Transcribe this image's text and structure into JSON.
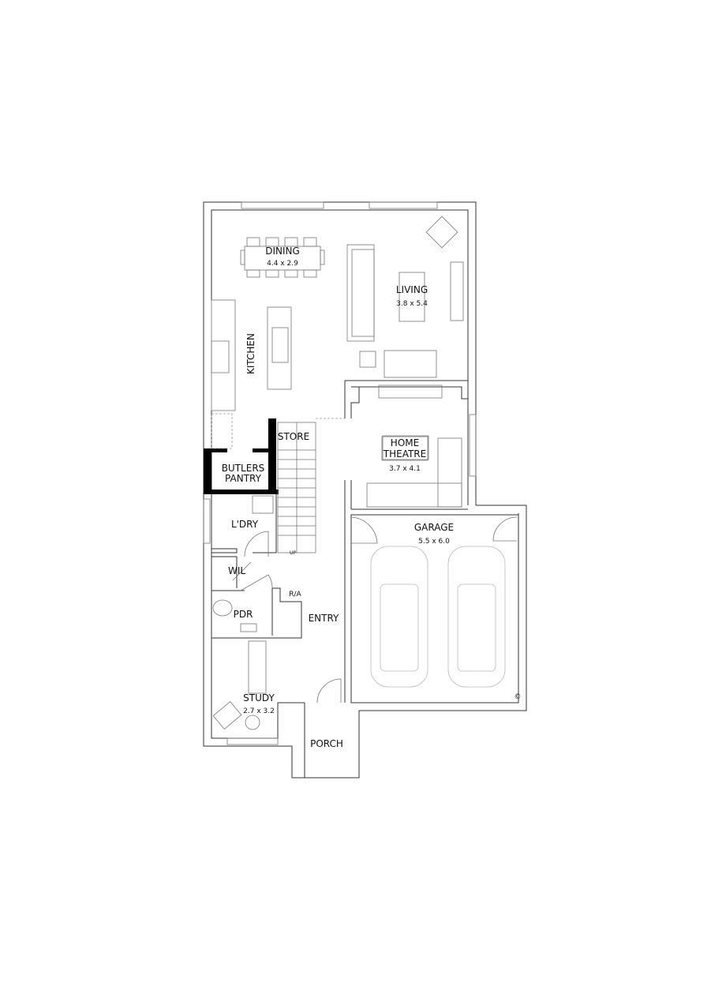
{
  "rooms": {
    "dining": {
      "name": "DINING",
      "size": "4.4 x 2.9"
    },
    "living": {
      "name": "LIVING",
      "size": "3.8 x 5.4"
    },
    "kitchen": {
      "name": "KITCHEN"
    },
    "store": {
      "name": "STORE"
    },
    "home_theatre": {
      "name_line1": "HOME",
      "name_line2": "THEATRE",
      "size": "3.7 x 4.1"
    },
    "butlers_pantry": {
      "name_line1": "BUTLERS",
      "name_line2": "PANTRY"
    },
    "laundry": {
      "name": "L'DRY"
    },
    "garage": {
      "name": "GARAGE",
      "size": "5.5 x 6.0"
    },
    "wil": {
      "name": "WIL"
    },
    "pdr": {
      "name": "PDR"
    },
    "entry": {
      "name": "ENTRY"
    },
    "study": {
      "name": "STUDY",
      "size": "2.7 x 3.2"
    },
    "porch": {
      "name": "PORCH"
    }
  },
  "annotations": {
    "stairs": "UP",
    "return_air": "R/A",
    "copyright": "©"
  }
}
